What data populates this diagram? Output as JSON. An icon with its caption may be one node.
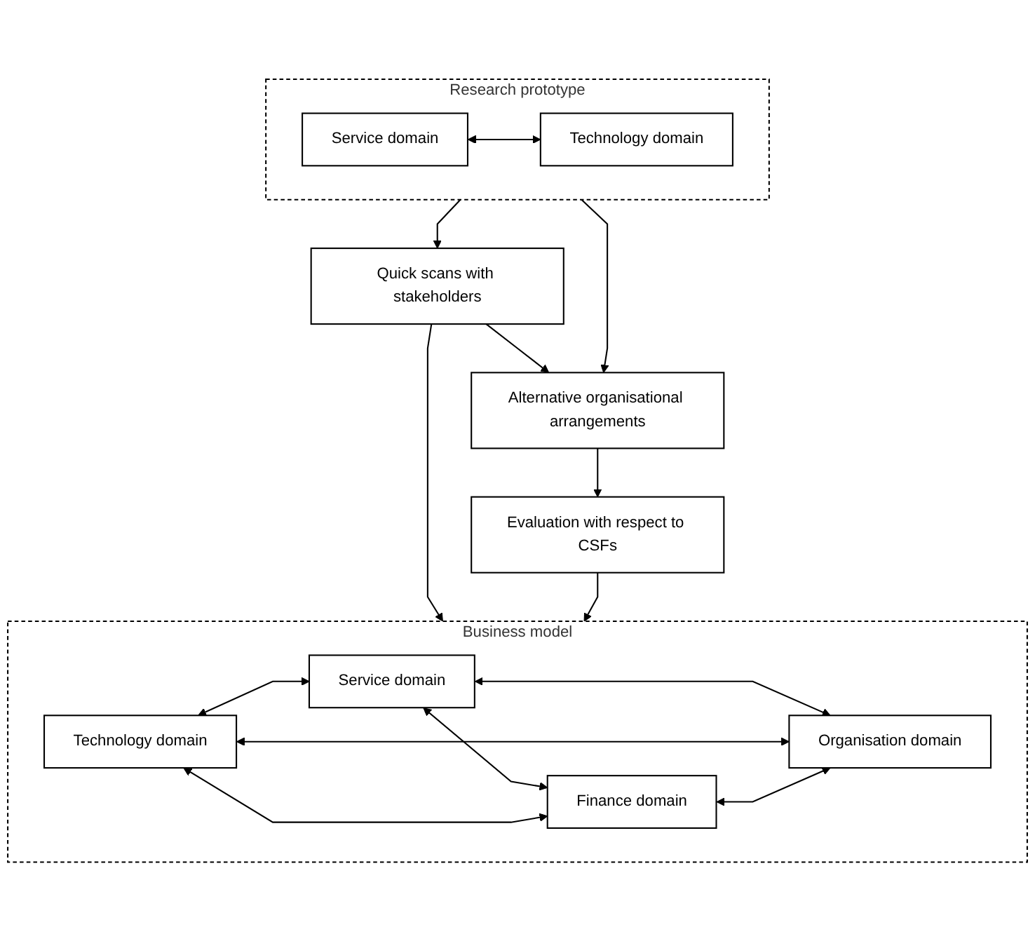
{
  "diagram": {
    "nodes": [
      {
        "text": [
          "Research prototype"
        ]
      },
      {
        "text": [
          "Service domain"
        ],
        "in": 0
      },
      {
        "text": [
          "Technology domain"
        ],
        "in": 0
      },
      {
        "text": [
          "Quick scans with stakeholders"
        ]
      },
      {
        "text": [
          "Alternative organisational arrangements"
        ]
      },
      {
        "text": [
          "Evaluation with respect to CSFs"
        ]
      },
      {
        "text": [
          "Business model"
        ]
      },
      {
        "text": [
          "Service domain"
        ],
        "in": 6
      },
      {
        "text": [
          "Technology domain"
        ],
        "in": 6
      },
      {
        "text": [
          "Organisation domain"
        ],
        "in": 6
      },
      {
        "text": [
          "Finance domain"
        ],
        "in": 6
      }
    ],
    "edges": [
      {
        "from": 1,
        "to": 2,
        "arrow": "both"
      },
      {
        "from": 0,
        "to": 3,
        "arrow": "to"
      },
      {
        "from": 0,
        "to": 4,
        "arrow": "to"
      },
      {
        "from": 3,
        "to": 4,
        "arrow": "to"
      },
      {
        "from": 4,
        "to": 5,
        "arrow": "to"
      },
      {
        "from": 3,
        "to": 6,
        "arrow": "to"
      },
      {
        "from": 5,
        "to": 6,
        "arrow": "to"
      },
      {
        "from": 8,
        "to": 7,
        "arrow": "both"
      },
      {
        "from": 7,
        "to": 9,
        "arrow": "both"
      },
      {
        "from": 8,
        "to": 9,
        "arrow": "both"
      },
      {
        "from": 7,
        "to": 10,
        "arrow": "both"
      },
      {
        "from": 8,
        "to": 10,
        "arrow": "both"
      },
      {
        "from": 10,
        "to": 9,
        "arrow": "both"
      }
    ]
  }
}
